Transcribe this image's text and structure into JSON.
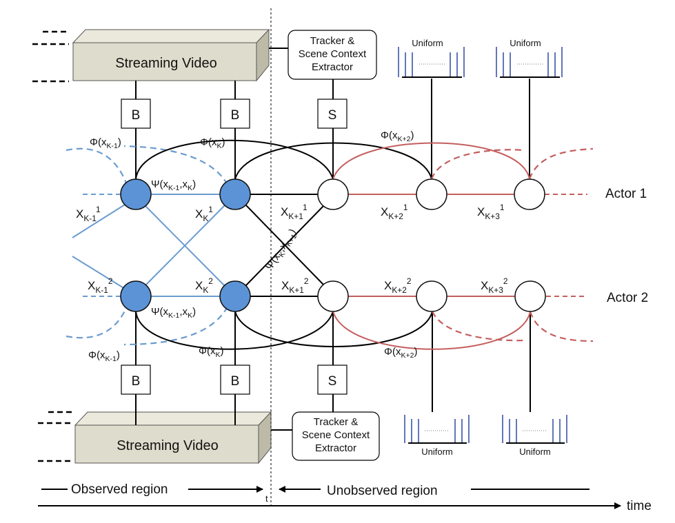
{
  "video": {
    "label": "Streaming Video"
  },
  "extractor": {
    "line1": "Tracker &",
    "line2": "Scene Context",
    "line3": "Extractor"
  },
  "boxes": {
    "b": "B",
    "s": "S"
  },
  "uniform": {
    "label": "Uniform"
  },
  "actors": {
    "a1": "Actor 1",
    "a2": "Actor 2"
  },
  "nodes": {
    "k1_1": {
      "main": "X",
      "sub": "K-1",
      "sup": "1"
    },
    "k_1": {
      "main": "X",
      "sub": "K",
      "sup": "1"
    },
    "kp1_1": {
      "main": "X",
      "sub": "K+1",
      "sup": "1"
    },
    "kp2_1": {
      "main": "X",
      "sub": "K+2",
      "sup": "1"
    },
    "kp3_1": {
      "main": "X",
      "sub": "K+3",
      "sup": "1"
    },
    "k1_2": {
      "main": "X",
      "sub": "K-1",
      "sup": "2"
    },
    "k_2": {
      "main": "X",
      "sub": "K",
      "sup": "2"
    },
    "kp1_2": {
      "main": "X",
      "sub": "K+1",
      "sup": "2"
    },
    "kp2_2": {
      "main": "X",
      "sub": "K+2",
      "sup": "2"
    },
    "kp3_2": {
      "main": "X",
      "sub": "K+3",
      "sup": "2"
    }
  },
  "phi": {
    "k1": {
      "pre": "Φ(x",
      "sub": "K-1",
      "post": ")"
    },
    "k": {
      "pre": "Φ(x",
      "sub": "K",
      "post": ")"
    },
    "kp2": {
      "pre": "Φ(x",
      "sub": "K+2",
      "post": ")"
    }
  },
  "psi": {
    "main": {
      "pre": "Ψ(x",
      "sub1": "K-1",
      "mid": ",x",
      "sub2": "K",
      "post": ")"
    },
    "cross": {
      "pre": "Ψ(x",
      "sub1": "K",
      "mid": ",x",
      "sub2": "K+1",
      "post": ")"
    }
  },
  "regions": {
    "observed": "Observed region",
    "unobserved": "Unobserved region",
    "t": "t",
    "time": "time"
  },
  "colors": {
    "observed_node": "#5b93d6",
    "observed_edge": "#6a9bcf",
    "future_edge": "#c45e5e",
    "uniform_bar": "#1f3c99",
    "video_box": "#dedccc"
  }
}
